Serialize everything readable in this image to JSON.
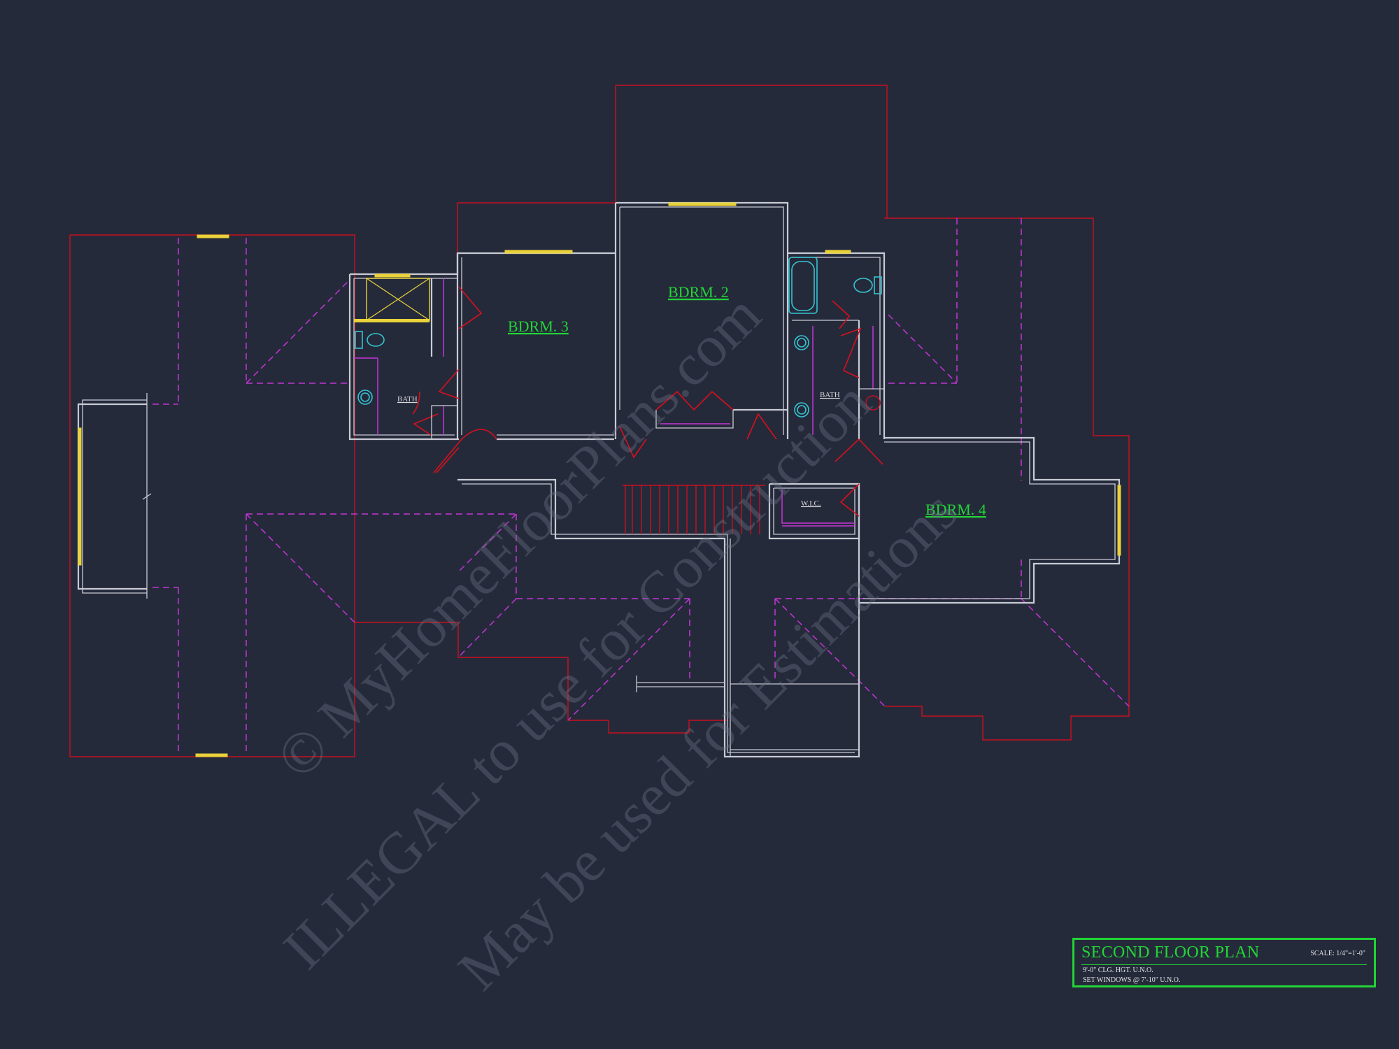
{
  "rooms": {
    "bdrm2": "BDRM. 2",
    "bdrm3": "BDRM. 3",
    "bdrm4": "BDRM. 4",
    "bath_left": "BATH",
    "bath_right": "BATH",
    "wic": "W.I.C."
  },
  "title_block": {
    "title": "SECOND FLOOR PLAN",
    "scale": "SCALE: 1/4\"=1'-0\"",
    "note1": "9'-0\" CLG. HGT. U.N.O.",
    "note2": "SET WINDOWS @ 7'-10\" U.N.O."
  },
  "watermark": {
    "line1": "© MyHomeFloorPlans.com",
    "line2": "ILLEGAL to use for Construction",
    "line3": "May be used for Estimations"
  },
  "colors": {
    "background": "#252a3b",
    "room_label": "#22d436",
    "walls": "#c9cbd4",
    "roof_outline": "#c8101e",
    "roof_dashed": "#c334d6",
    "windows": "#e9d23a",
    "fixtures": "#35c4d0"
  }
}
